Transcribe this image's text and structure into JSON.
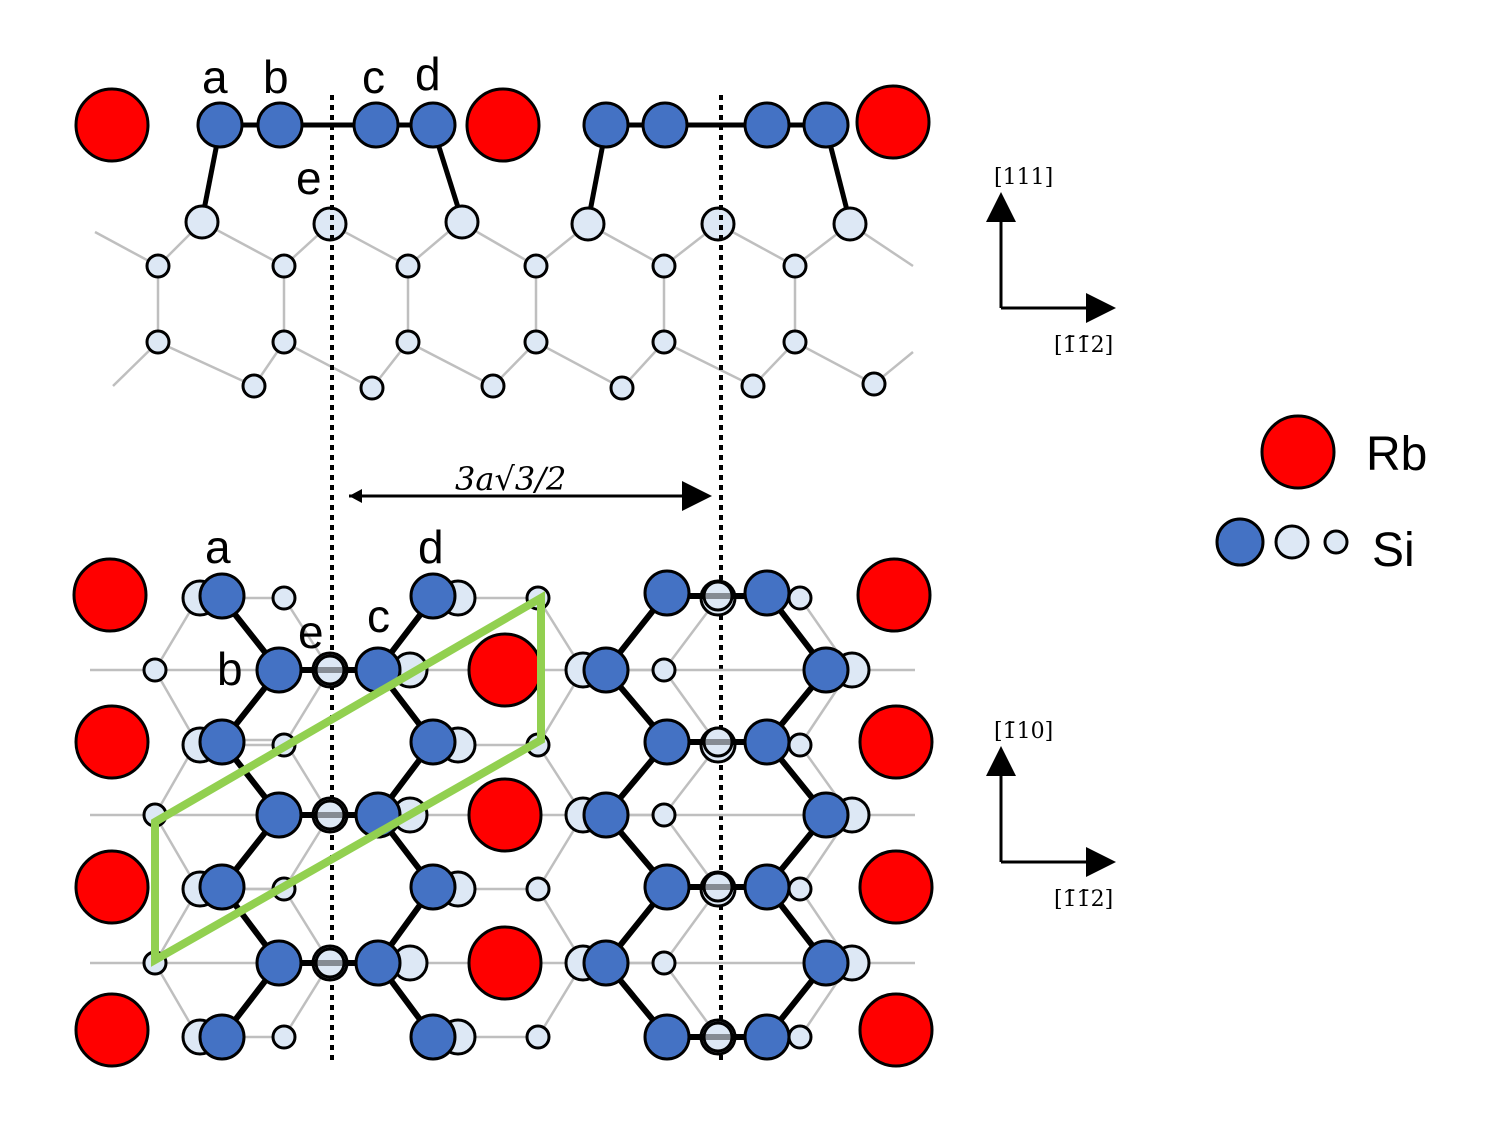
{
  "top_view": {
    "labels": {
      "a": "a",
      "b": "b",
      "c": "c",
      "d": "d",
      "e": "e"
    },
    "axes": {
      "vertical": "[111]",
      "horizontal": "[1̄1̄2]"
    }
  },
  "spacing": {
    "text": "3a√3/2"
  },
  "bottom_view": {
    "labels": {
      "a": "a",
      "b": "b",
      "c": "c",
      "d": "d",
      "e": "e"
    },
    "axes": {
      "vertical": "[1̄10]",
      "horizontal": "[1̄1̄2]"
    }
  },
  "legend": {
    "rb_label": "Rb",
    "si_label": "Si"
  },
  "colors": {
    "rb": "#ff0000",
    "si_top": "#4472c4",
    "si_sub": "#dde8f5",
    "unit_cell": "#92d050",
    "lattice": "#bfbfbf",
    "bond": "#000000"
  },
  "icons": {
    "rb": "red-sphere-icon",
    "si_top": "blue-sphere-icon",
    "si_mid": "light-sphere-icon",
    "si_small": "small-light-sphere-icon"
  }
}
